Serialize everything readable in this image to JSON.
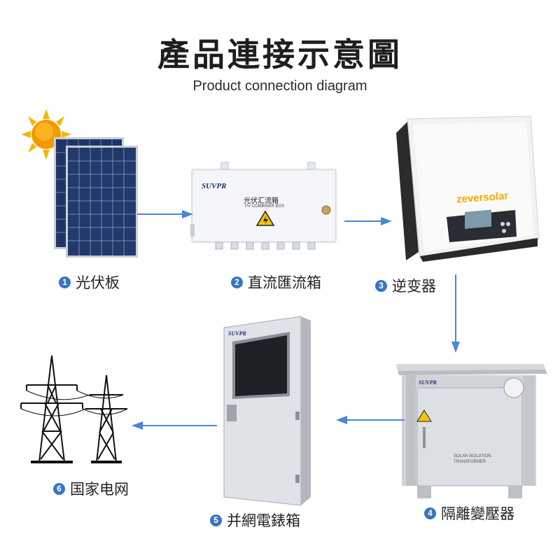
{
  "title": "產品連接示意圖",
  "subtitle": "Product connection diagram",
  "colors": {
    "number_badge": "#3a73c4",
    "arrow": "#4a86d6"
  },
  "nodes": [
    {
      "number": "1",
      "label": "光伏板",
      "icon": "solar-panel-icon"
    },
    {
      "number": "2",
      "label": "直流匯流箱",
      "icon": "combiner-box-icon",
      "brand": "SUVPR",
      "title_text": "光伏汇流箱",
      "subtitle_text": "PV COMBINER BOX"
    },
    {
      "number": "3",
      "label": "逆变器",
      "icon": "inverter-icon",
      "brand": "zeversolar"
    },
    {
      "number": "4",
      "label": "隔離變壓器",
      "icon": "transformer-cabinet-icon",
      "brand": "SUVPR",
      "plate_text_1": "SOLAR ISOLATION",
      "plate_text_2": "TRANSFORMER"
    },
    {
      "number": "5",
      "label": "并網電錶箱",
      "icon": "grid-meter-cabinet-icon",
      "brand": "SUVPR"
    },
    {
      "number": "6",
      "label": "国家电网",
      "icon": "power-tower-icon"
    }
  ],
  "connections": [
    {
      "from": "1",
      "to": "2"
    },
    {
      "from": "2",
      "to": "3"
    },
    {
      "from": "3",
      "to": "4"
    },
    {
      "from": "4",
      "to": "5"
    },
    {
      "from": "5",
      "to": "6"
    }
  ]
}
